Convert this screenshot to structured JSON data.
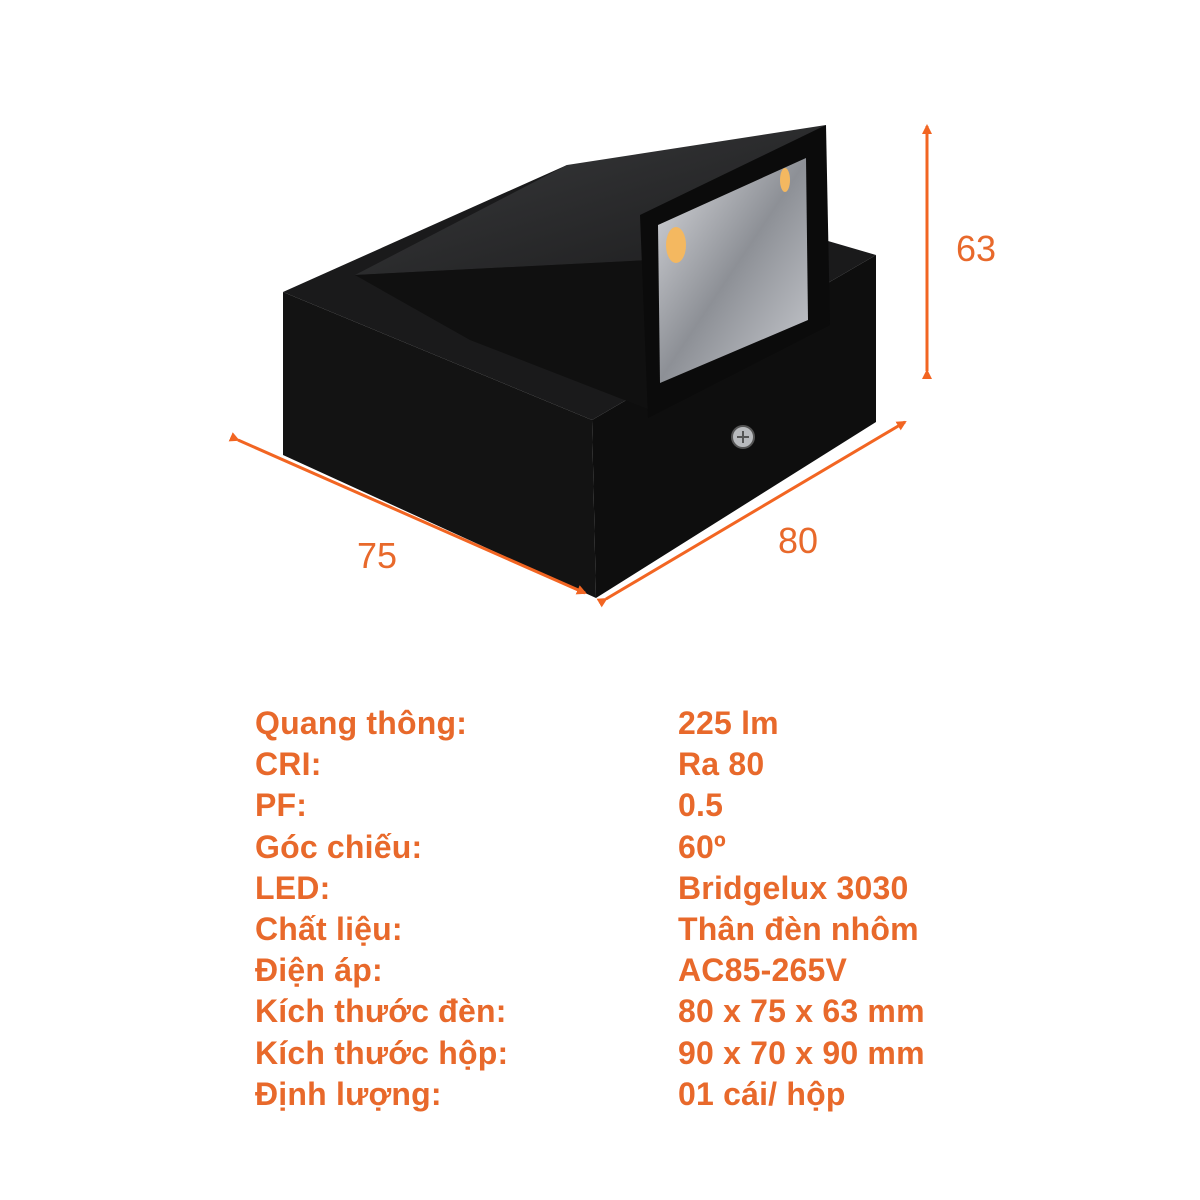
{
  "colors": {
    "accent": "#e8692b",
    "arrow": "#f26522",
    "product_body": "#141414",
    "background": "#ffffff"
  },
  "figure": {
    "subject": "black wall LED light, angled head with lens",
    "dimensions": {
      "height": "63",
      "width_left": "75",
      "width_right": "80"
    }
  },
  "specs": [
    {
      "label": "Quang thông:",
      "value": "225 lm"
    },
    {
      "label": "CRI:",
      "value": "Ra 80"
    },
    {
      "label": "PF:",
      "value": "0.5"
    },
    {
      "label": "Góc chiếu:",
      "value": "60º"
    },
    {
      "label": "LED:",
      "value": "Bridgelux 3030"
    },
    {
      "label": "Chất liệu:",
      "value": "Thân đèn nhôm"
    },
    {
      "label": "Điện áp:",
      "value": "AC85-265V"
    },
    {
      "label": "Kích thước đèn:",
      "value": "80 x 75 x 63 mm"
    },
    {
      "label": "Kích thước hộp:",
      "value": "90 x 70 x 90 mm"
    },
    {
      "label": "Định lượng:",
      "value": "01 cái/ hộp"
    }
  ]
}
